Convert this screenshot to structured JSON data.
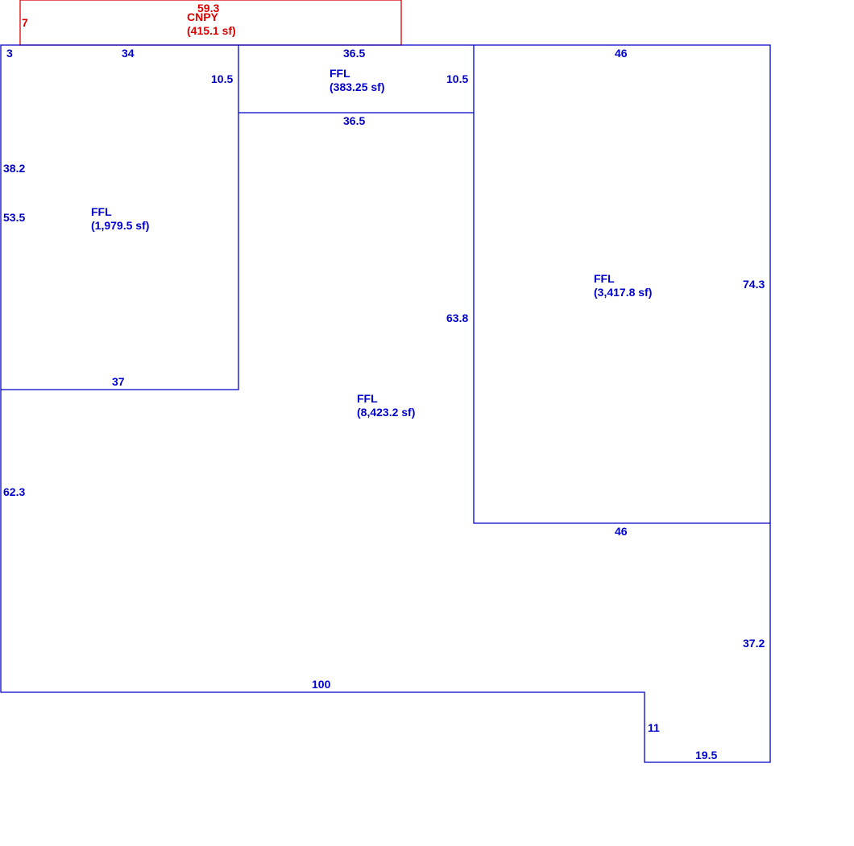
{
  "colors": {
    "main": "#0000cc",
    "canopy": "#dd0000",
    "background": "#ffffff"
  },
  "areas": {
    "canopy": {
      "code": "CNPY",
      "area": "(415.1 sf)"
    },
    "west": {
      "code": "FFL",
      "area": "(1,979.5 sf)"
    },
    "north": {
      "code": "FFL",
      "area": "(383.25 sf)"
    },
    "east": {
      "code": "FFL",
      "area": "(3,417.8 sf)"
    },
    "main": {
      "code": "FFL",
      "area": "(8,423.2 sf)"
    }
  },
  "dimensions": {
    "canopy_width": "59.3",
    "canopy_depth": "7",
    "west_offset": "3",
    "west_top": "34",
    "west_inner_side": "10.5",
    "west_side_a": "38.2",
    "west_side_b": "53.5",
    "west_bottom": "37",
    "north_top": "36.5",
    "north_right_side": "10.5",
    "north_bottom": "36.5",
    "east_top": "46",
    "east_side": "74.3",
    "east_inner_side": "63.8",
    "east_bottom": "46",
    "main_left_side": "62.3",
    "main_bottom": "100",
    "main_right_lower": "37.2",
    "notch_side": "11",
    "notch_bottom": "19.5"
  }
}
